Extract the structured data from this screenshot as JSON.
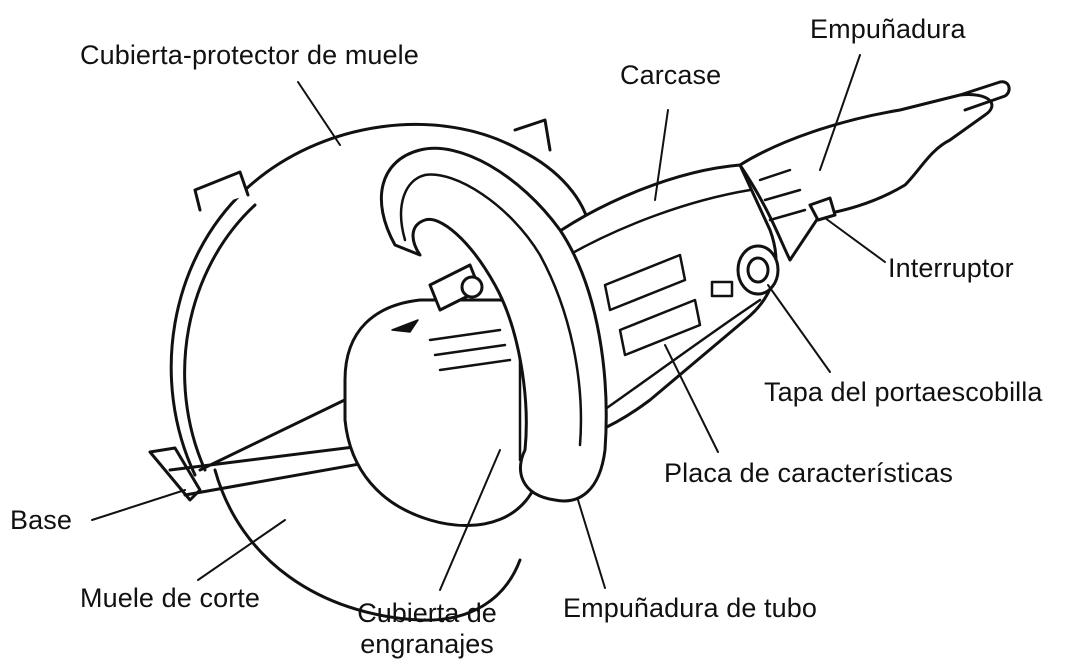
{
  "labels": {
    "wheel_guard": "Cubierta-protector de muele",
    "housing": "Carcase",
    "handle": "Empuñadura",
    "switch": "Interruptor",
    "brush_cap": "Tapa del portaescobilla",
    "nameplate": "Placa de características",
    "base": "Base",
    "cut_off_wheel": "Muele de corte",
    "gear_cover_line1": "Cubierta de",
    "gear_cover_line2": "engranajes",
    "pipe_handle": "Empuñadura de tubo"
  }
}
